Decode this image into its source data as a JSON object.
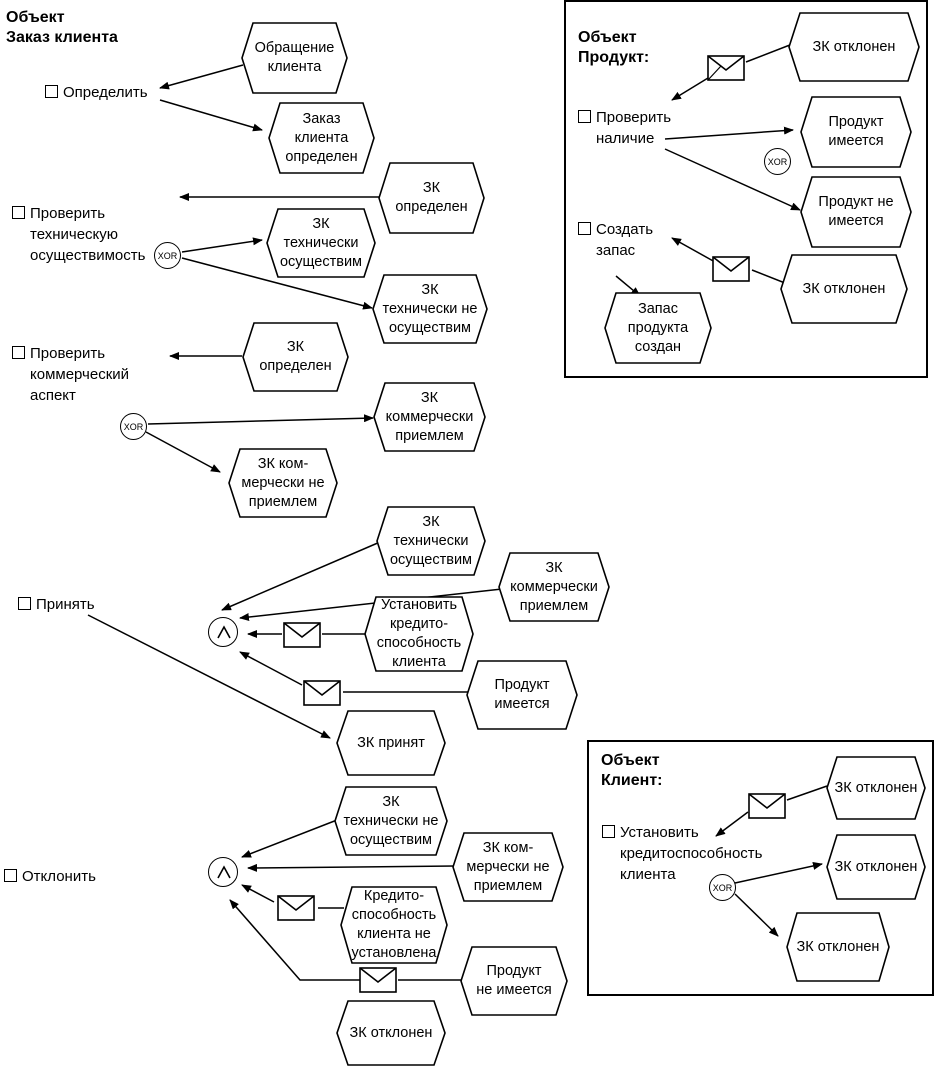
{
  "titles": {
    "order": "Объект\nЗаказ клиента",
    "product": "Объект\nПродукт:",
    "client": "Объект\nКлиент:"
  },
  "functions": {
    "define": "Определить",
    "check_tech": "Проверить\nтехническую\nосуществимость",
    "check_comm": "Проверить\nкоммерческий\nаспект",
    "accept": "Принять",
    "reject": "Отклонить",
    "check_avail": "Проверить\nналичие",
    "create_stock": "Создать\nзапас",
    "credit_check": "Установить\nкредитоспособность\nклиента"
  },
  "events": {
    "client_request": "Обращение\nклиента",
    "order_defined": "Заказ\nклиента\nопределен",
    "zk_defined_1": "ЗК\nопределен",
    "tech_ok_1": "ЗК\nтехнически\nосуществим",
    "tech_not_1": "ЗК\nтехнически не\nосуществим",
    "zk_defined_2": "ЗК\nопределен",
    "comm_ok_1": "ЗК\nкоммерчески\nприемлем",
    "comm_not_1": "ЗК ком-\nмерчески не\nприемлем",
    "tech_ok_2": "ЗК\nтехнически\nосуществим",
    "comm_ok_2": "ЗК\nкоммерчески\nприемлем",
    "credit_set": "Установить\nкредито-\nспособность\nклиента",
    "product_yes_2": "Продукт\nимеется",
    "zk_accepted": "ЗК принят",
    "tech_not_2": "ЗК\nтехнически не\nосуществим",
    "comm_not_2": "ЗК ком-\nмерчески не\nприемлем",
    "credit_not": "Кредито-\nспособность\nклиента не\nустановлена",
    "product_no_2": "Продукт\nне имеется",
    "zk_rejected": "ЗК отклонен",
    "p_rejected_1": "ЗК отклонен",
    "product_yes": "Продукт\nимеется",
    "product_no": "Продукт не\nимеется",
    "p_rejected_2": "ЗК отклонен",
    "stock_created": "Запас\nпродукта\nсоздан",
    "c_rejected_1": "ЗК отклонен",
    "c_rejected_2": "ЗК отклонен",
    "c_rejected_3": "ЗК отклонен"
  },
  "operators": {
    "xor": "XOR"
  }
}
